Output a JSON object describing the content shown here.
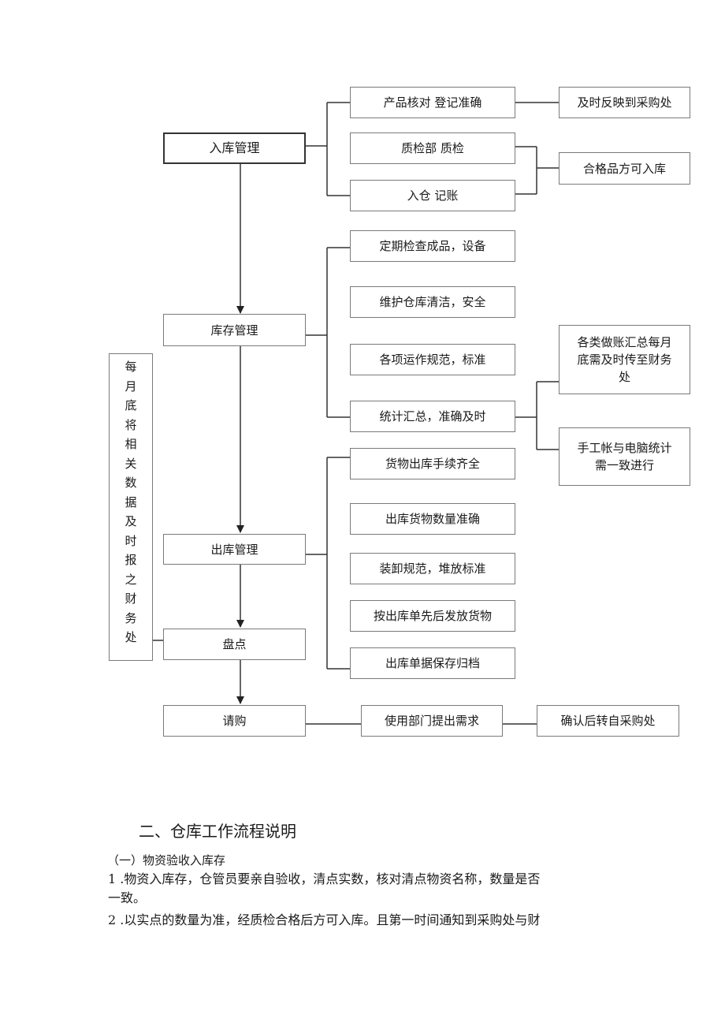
{
  "flowchart": {
    "inbound": {
      "main": "入库管理",
      "steps": [
        "产品核对  登记准确",
        "质检部    质检",
        "入仓      记账"
      ],
      "result_check": "及时反映到采购处",
      "result_qc": "合格品方可入库"
    },
    "inventory": {
      "main": "库存管理",
      "steps": [
        "定期检查成品，设备",
        "维护仓库清洁，安全",
        "各项运作规范，标准",
        "统计汇总，准确及时"
      ],
      "notes": [
        "各类做账汇总每月\n底需及时传至财务\n处",
        "手工帐与电脑统计\n需一致进行"
      ]
    },
    "outbound": {
      "main": "出库管理",
      "steps": [
        "货物出库手续齐全",
        "出库货物数量准确",
        "装卸规范，堆放标准",
        "按出库单先后发放货物",
        "出库单据保存归档"
      ]
    },
    "stocktake": {
      "main": "盘点"
    },
    "purchase": {
      "main": "请购",
      "steps": [
        "使用部门提出需求",
        "确认后转自采购处"
      ]
    },
    "side_note_chars": [
      "每",
      "月",
      "底",
      "将",
      "相",
      "关",
      "数",
      "据",
      "及",
      "时",
      "报",
      "之",
      "财",
      "务",
      "处"
    ]
  },
  "document": {
    "heading": "二、仓库工作流程说明",
    "subheading": "（一）物资验收入库存",
    "para1_line1": "1 .物资入库存，仓管员要亲自验收，清点实数，核对清点物资名称，数量是否",
    "para1_line2": "一致。",
    "para2_line1": "2  .以实点的数量为准，经质检合格后方可入库。且第一时间通知到采购处与财"
  }
}
